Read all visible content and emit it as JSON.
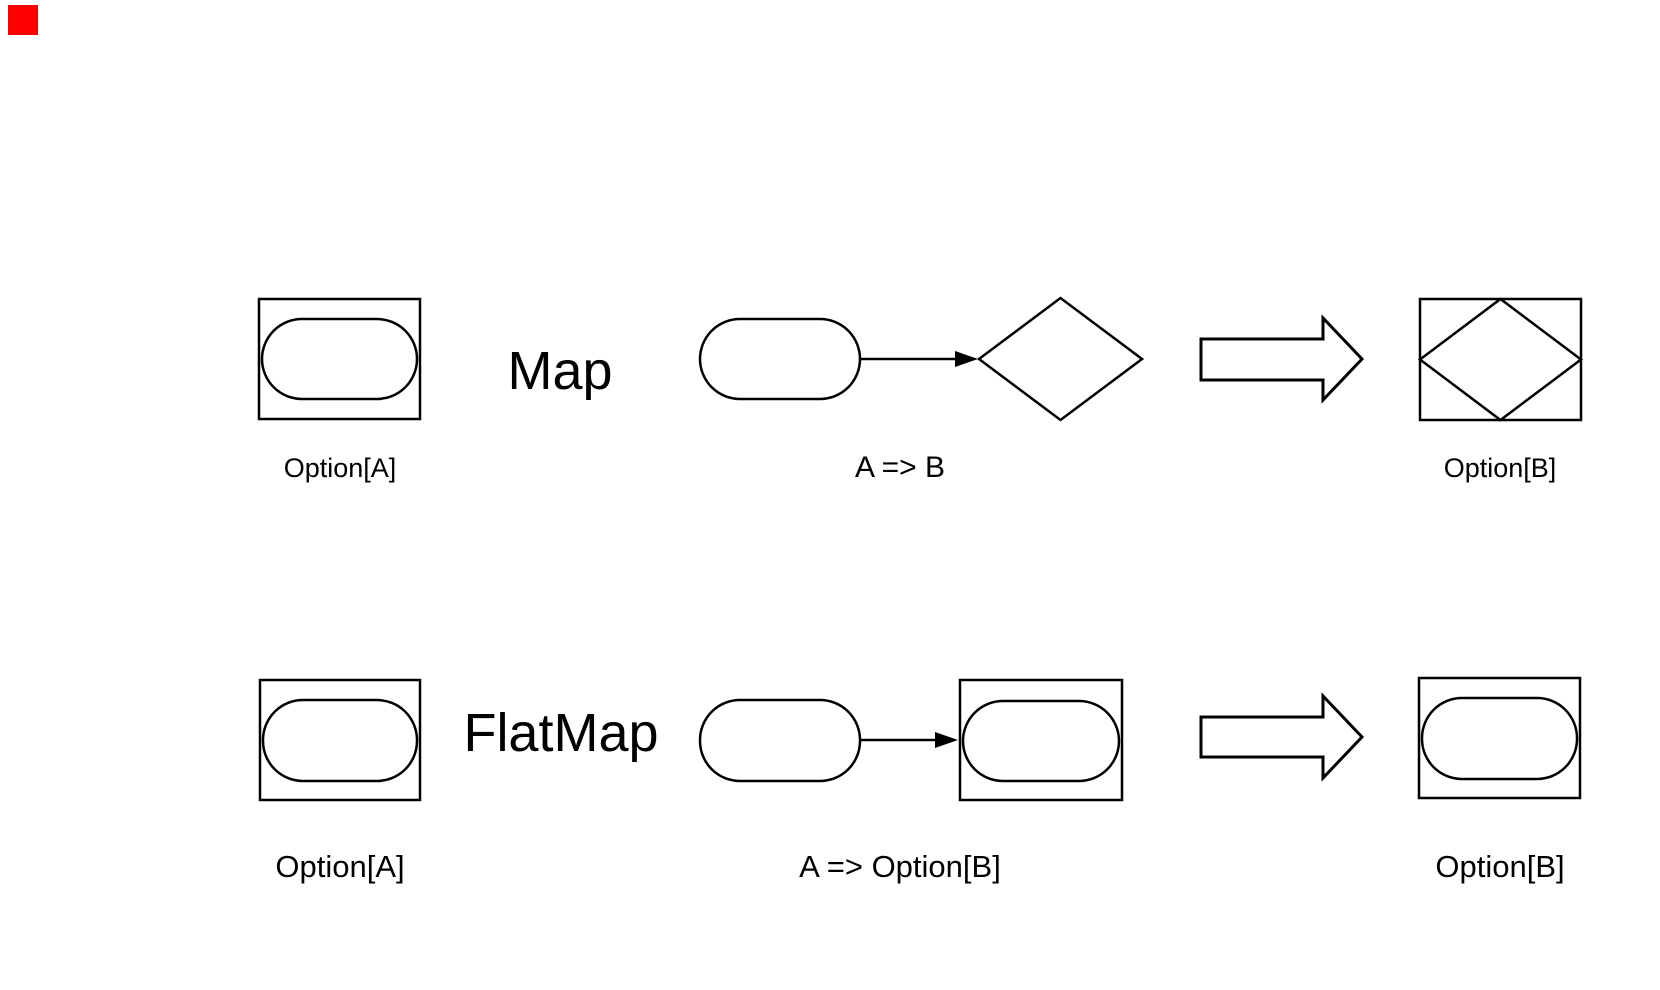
{
  "colors": {
    "background": "#ffffff",
    "stroke": "#000000",
    "text": "#000000",
    "corner_marker": "#ff0000"
  },
  "rows": [
    {
      "operation": "Map",
      "input_label": "Option[A]",
      "function_label": "A => B",
      "output_label": "Option[B]"
    },
    {
      "operation": "FlatMap",
      "input_label": "Option[A]",
      "function_label": "A => Option[B]",
      "output_label": "Option[B]"
    }
  ]
}
